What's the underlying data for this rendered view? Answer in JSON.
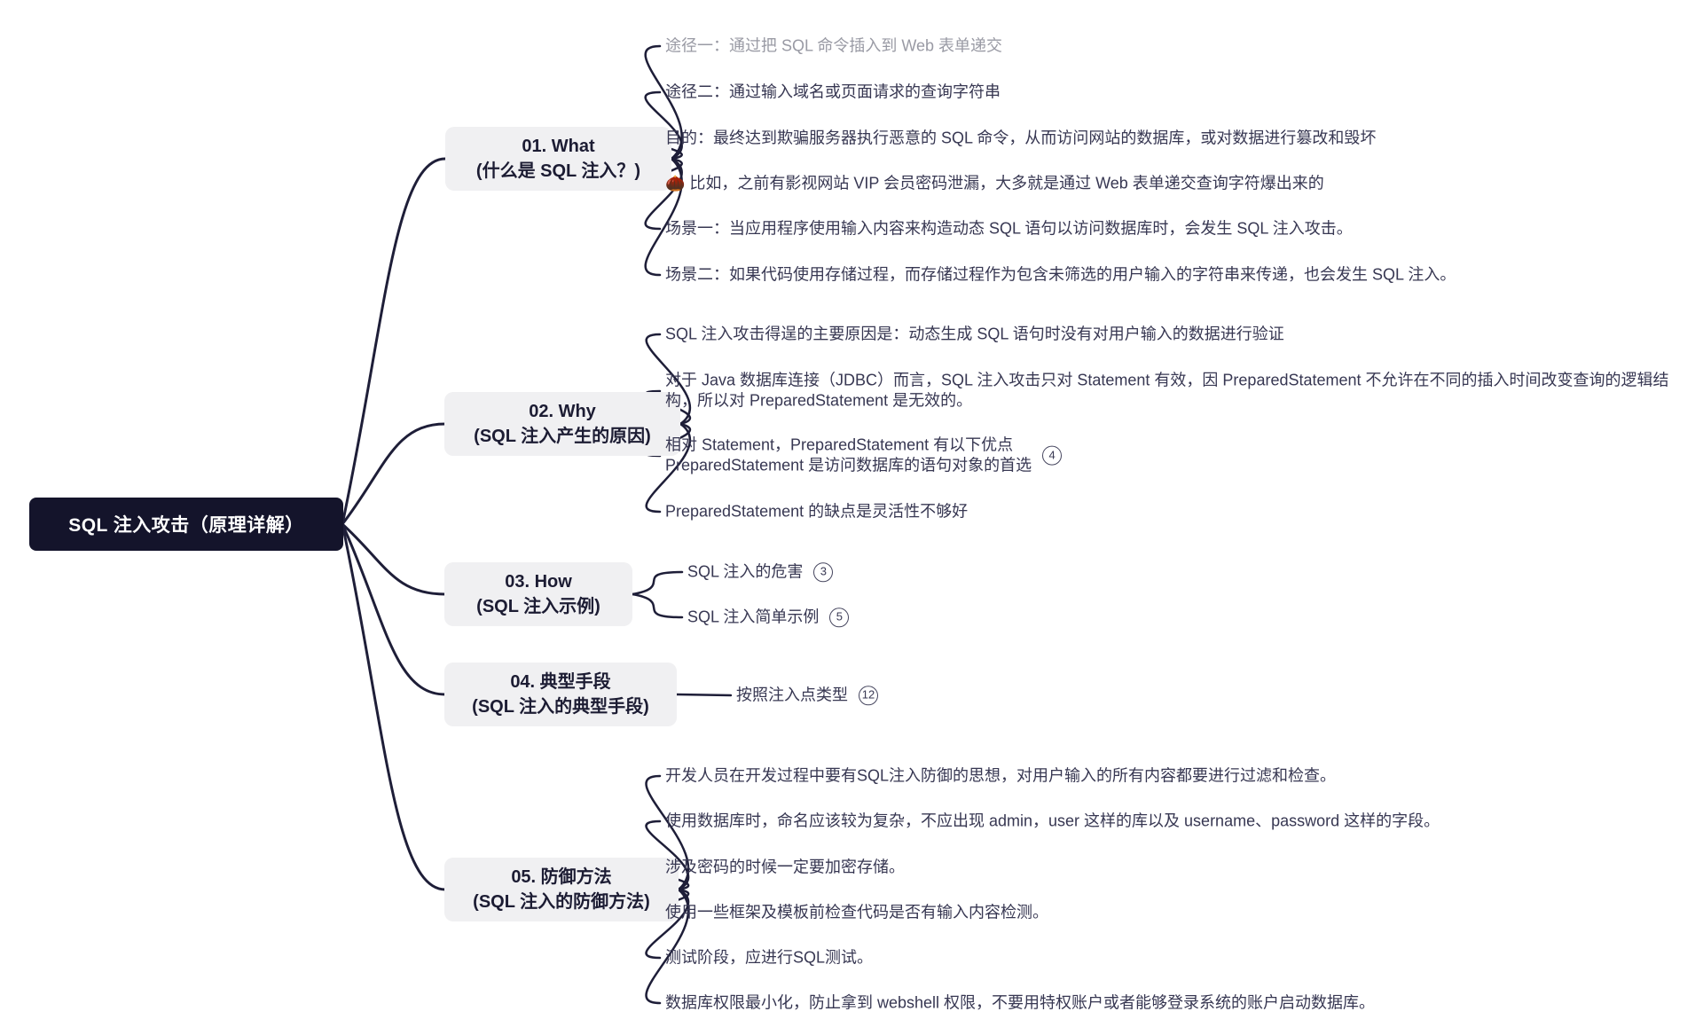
{
  "root": {
    "label": "SQL 注入攻击（原理详解）"
  },
  "colors": {
    "root_bg": "#14142B",
    "root_text": "#FFFFFF",
    "branch_bg": "#F0F0F2",
    "branch_text": "#1C1C33",
    "leaf_text": "#373752",
    "leaf_muted": "#999AA4",
    "connector": "#1E1E38",
    "badge_border": "#45455E"
  },
  "branches": [
    {
      "label": "01. What",
      "sublabel": "(什么是 SQL 注入？)",
      "leaves": [
        {
          "text": "途径一：通过把 SQL 命令插入到 Web 表单递交"
        },
        {
          "text": "途径二：通过输入域名或页面请求的查询字符串"
        },
        {
          "text": "目的：最终达到欺骗服务器执行恶意的 SQL 命令，从而访问网站的数据库，或对数据进行篡改和毁坏"
        },
        {
          "text": "🌰 比如，之前有影视网站 VIP 会员密码泄漏，大多就是通过 Web 表单递交查询字符爆出来的"
        },
        {
          "text": "场景一：当应用程序使用输入内容来构造动态 SQL 语句以访问数据库时，会发生 SQL 注入攻击。"
        },
        {
          "text": "场景二：如果代码使用存储过程，而存储过程作为包含未筛选的用户输入的字符串来传递，也会发生 SQL 注入。"
        }
      ]
    },
    {
      "label": "02. Why",
      "sublabel": "(SQL 注入产生的原因)",
      "leaves": [
        {
          "text": "SQL 注入攻击得逞的主要原因是：动态生成 SQL 语句时没有对用户输入的数据进行验证"
        },
        {
          "text": "对于 Java 数据库连接（JDBC）而言，SQL 注入攻击只对 Statement 有效，因 PreparedStatement 不允许在不同的插入时间改变查询的逻辑结构，所以对 PreparedStatement 是无效的。"
        },
        {
          "text": "相对 Statement，PreparedStatement 有以下优点\nPreparedStatement 是访问数据库的语句对象的首选",
          "badge": "4"
        },
        {
          "text": "PreparedStatement 的缺点是灵活性不够好"
        }
      ]
    },
    {
      "label": "03. How",
      "sublabel": "(SQL 注入示例)",
      "leaves": [
        {
          "text": "SQL 注入的危害",
          "badge": "3"
        },
        {
          "text": "SQL 注入简单示例",
          "badge": "5"
        }
      ]
    },
    {
      "label": "04. 典型手段",
      "sublabel": "(SQL 注入的典型手段)",
      "leaves": [
        {
          "text": "按照注入点类型",
          "badge": "12"
        }
      ]
    },
    {
      "label": "05. 防御方法",
      "sublabel": "(SQL 注入的防御方法)",
      "leaves": [
        {
          "text": "开发人员在开发过程中要有SQL注入防御的思想，对用户输入的所有内容都要进行过滤和检查。"
        },
        {
          "text": "使用数据库时，命名应该较为复杂，不应出现 admin，user 这样的库以及 username、password 这样的字段。"
        },
        {
          "text": "涉及密码的时候一定要加密存储。"
        },
        {
          "text": "使用一些框架及模板前检查代码是否有输入内容检测。"
        },
        {
          "text": "测试阶段，应进行SQL测试。"
        },
        {
          "text": "数据库权限最小化，防止拿到 webshell 权限，不要用特权账户或者能够登录系统的账户启动数据库。"
        }
      ]
    }
  ]
}
